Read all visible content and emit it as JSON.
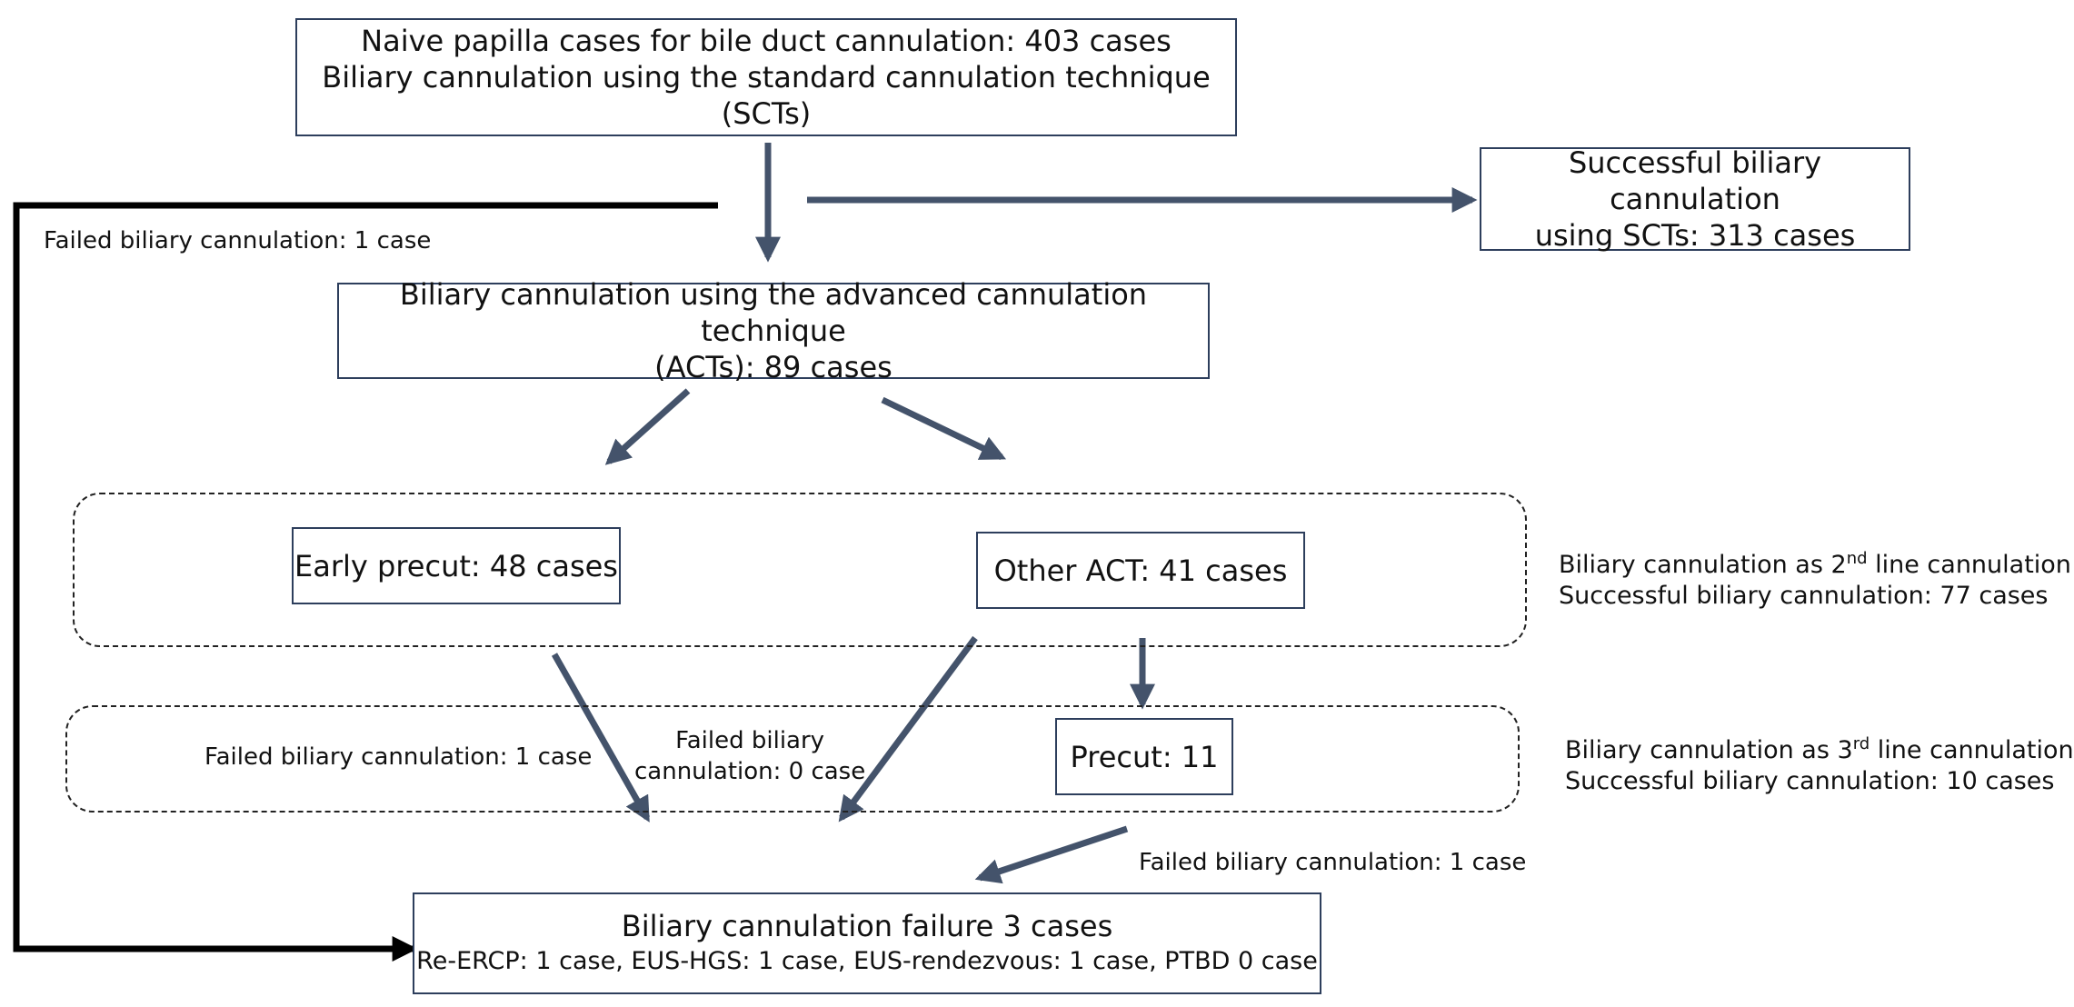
{
  "colors": {
    "arrow": "#44536b",
    "box_border": "#2d3e5c",
    "main_line": "#000000"
  },
  "top_box": {
    "line1": "Naive papilla cases for bile duct cannulation: 403 cases",
    "line2": "Biliary cannulation using the standard cannulation technique (SCTs)"
  },
  "success_box": {
    "line1": "Successful biliary cannulation",
    "line2": "using SCTs: 313 cases"
  },
  "failed_top_label": "Failed biliary cannulation: 1 case",
  "act_box": {
    "line1": "Biliary cannulation using the advanced cannulation technique",
    "line2": "(ACTs): 89 cases"
  },
  "early_precut_box": "Early precut: 48 cases",
  "other_act_box": "Other ACT: 41 cases",
  "second_line_note": {
    "line1_prefix": "Biliary cannulation as 2",
    "line1_sup": "nd",
    "line1_suffix": " line cannulation",
    "line2": "Successful biliary cannulation: 77 cases"
  },
  "precut_box": "Precut: 11",
  "failed_early_label": "Failed biliary cannulation: 1 case",
  "failed_other_label": {
    "line1": "Failed biliary",
    "line2": "cannulation: 0 case"
  },
  "third_line_note": {
    "line1_prefix": "Biliary cannulation as 3",
    "line1_sup": "rd",
    "line1_suffix": " line cannulation",
    "line2": "Successful biliary cannulation: 10 cases"
  },
  "failed_precut_label": "Failed biliary cannulation: 1 case",
  "failure_box": {
    "line1": "Biliary cannulation failure 3 cases",
    "line2": "Re-ERCP: 1 case,  EUS-HGS: 1 case, EUS-rendezvous: 1 case, PTBD 0 case"
  }
}
